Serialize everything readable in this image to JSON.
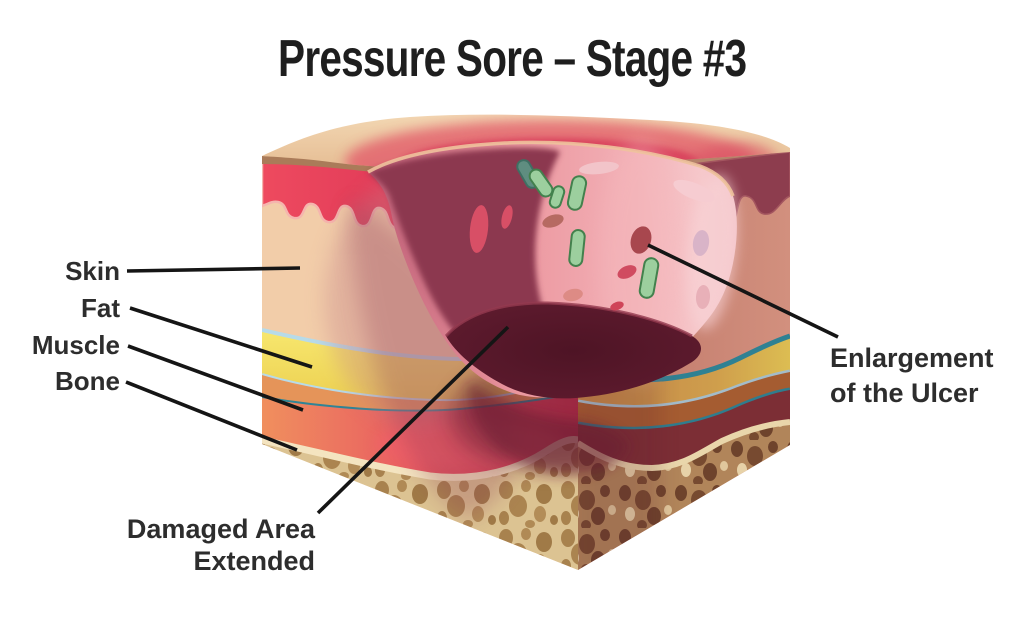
{
  "title": "Pressure Sore – Stage #3",
  "labels": {
    "skin": "Skin",
    "fat": "Fat",
    "muscle": "Muscle",
    "bone": "Bone",
    "damaged_line1": "Damaged Area",
    "damaged_line2": "Extended",
    "enlargement_line1": "Enlargement",
    "enlargement_line2": "of the Ulcer"
  },
  "colors": {
    "background": "#ffffff",
    "text": "#2d2d2d",
    "leader_line": "#151515",
    "skin_surface": "#eccaa5",
    "dermis_peach": "#f2cda9",
    "epidermis_red": "#e94c60",
    "fat_yellow": "#f5e163",
    "fascia_blue": "#b7dbe9",
    "muscle_orange": "#e59459",
    "muscle_red": "#dd3a54",
    "muscle_teal_line": "#2f8496",
    "bone_cream": "#f4e4c0",
    "bone_tan": "#dcc392",
    "ulcer_wall_pink": "#ee98a0",
    "ulcer_wall_maroon": "#8c3750",
    "ulcer_floor": "#5c1a2d",
    "bacteria_green": "#9ccf9e",
    "side_skin": "#cb8476",
    "side_muscle_maroon": "#7c2e35",
    "side_bone": "#b5895c"
  }
}
